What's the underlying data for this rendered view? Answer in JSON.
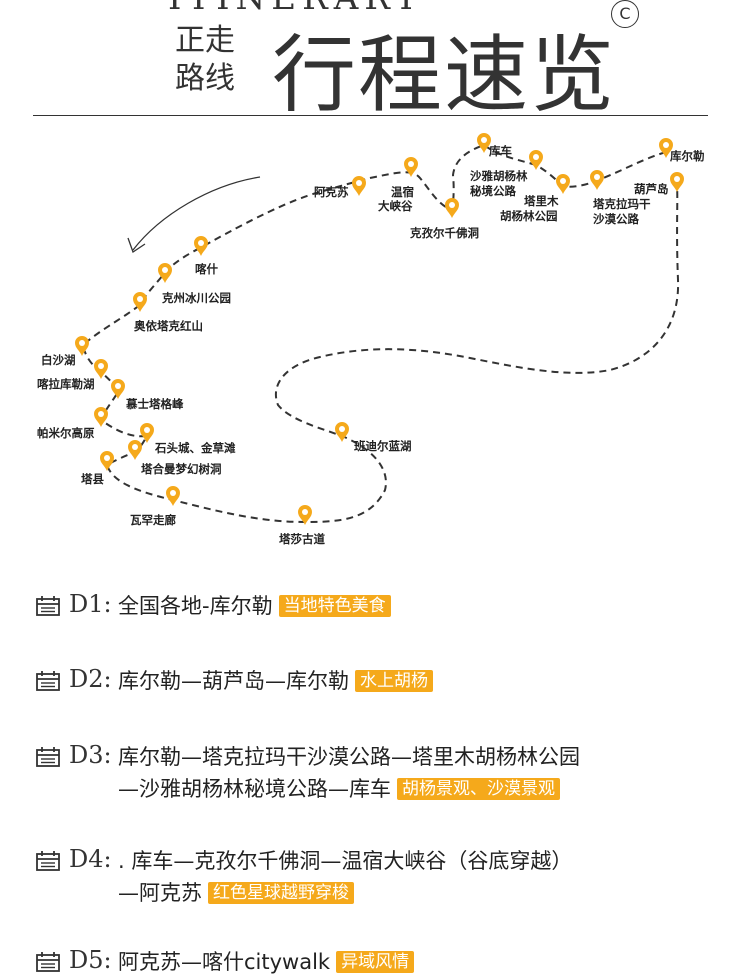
{
  "header": {
    "en_title": "ITINERARY",
    "sub_title_line1": "正走",
    "sub_title_line2": "路线",
    "main_title": "行程速览",
    "copyright_mark": "C"
  },
  "map": {
    "accent_color": "#f5a91b",
    "labels": {
      "kuerle": "库尔勒",
      "hulu_island": "葫芦岛",
      "takelamagan_line1": "塔克拉玛干",
      "takelamagan_line2": "沙漠公路",
      "tarim_line1": "塔里木",
      "tarim_line2": "胡杨林公园",
      "shaya_line1": "沙雅胡杨林",
      "shaya_line2": "秘境公路",
      "kuche": "库车",
      "kizil": "克孜尔千佛洞",
      "wensu_line1": "温宿",
      "wensu_line2": "大峡谷",
      "akesu": "阿克苏",
      "kashi": "喀什",
      "kezhou": "克州冰川公园",
      "aoyi": "奥依塔克红山",
      "baisha": "白沙湖",
      "kalakuli": "喀拉库勒湖",
      "muztagh": "慕士塔格峰",
      "pamir": "帕米尔高原",
      "stone_city": "石头城、金草滩",
      "tahe": "塔合曼梦幻树洞",
      "taxian": "塔县",
      "wakhan": "瓦罕走廊",
      "tasha": "塔莎古道",
      "bandier": "班迪尔蓝湖"
    }
  },
  "days": [
    {
      "label": "D1:",
      "lines": [
        {
          "text": "全国各地-库尔勒",
          "tag": "当地特色美食"
        }
      ]
    },
    {
      "label": "D2:",
      "lines": [
        {
          "text": "库尔勒—葫芦岛—库尔勒",
          "tag": "水上胡杨"
        }
      ]
    },
    {
      "label": "D3:",
      "lines": [
        {
          "text": "库尔勒—塔克拉玛干沙漠公路—塔里木胡杨林公园",
          "tag": ""
        },
        {
          "text": "—沙雅胡杨林秘境公路—库车",
          "tag": "胡杨景观、沙漠景观"
        }
      ]
    },
    {
      "label": "D4:",
      "lines": [
        {
          "text": ". 库车—克孜尔千佛洞—温宿大峡谷（谷底穿越）",
          "tag": ""
        },
        {
          "text": "—阿克苏",
          "tag": "红色星球越野穿梭"
        }
      ]
    },
    {
      "label": "D5:",
      "lines": [
        {
          "text": "阿克苏—喀什citywalk",
          "tag": "异域风情"
        }
      ]
    }
  ]
}
